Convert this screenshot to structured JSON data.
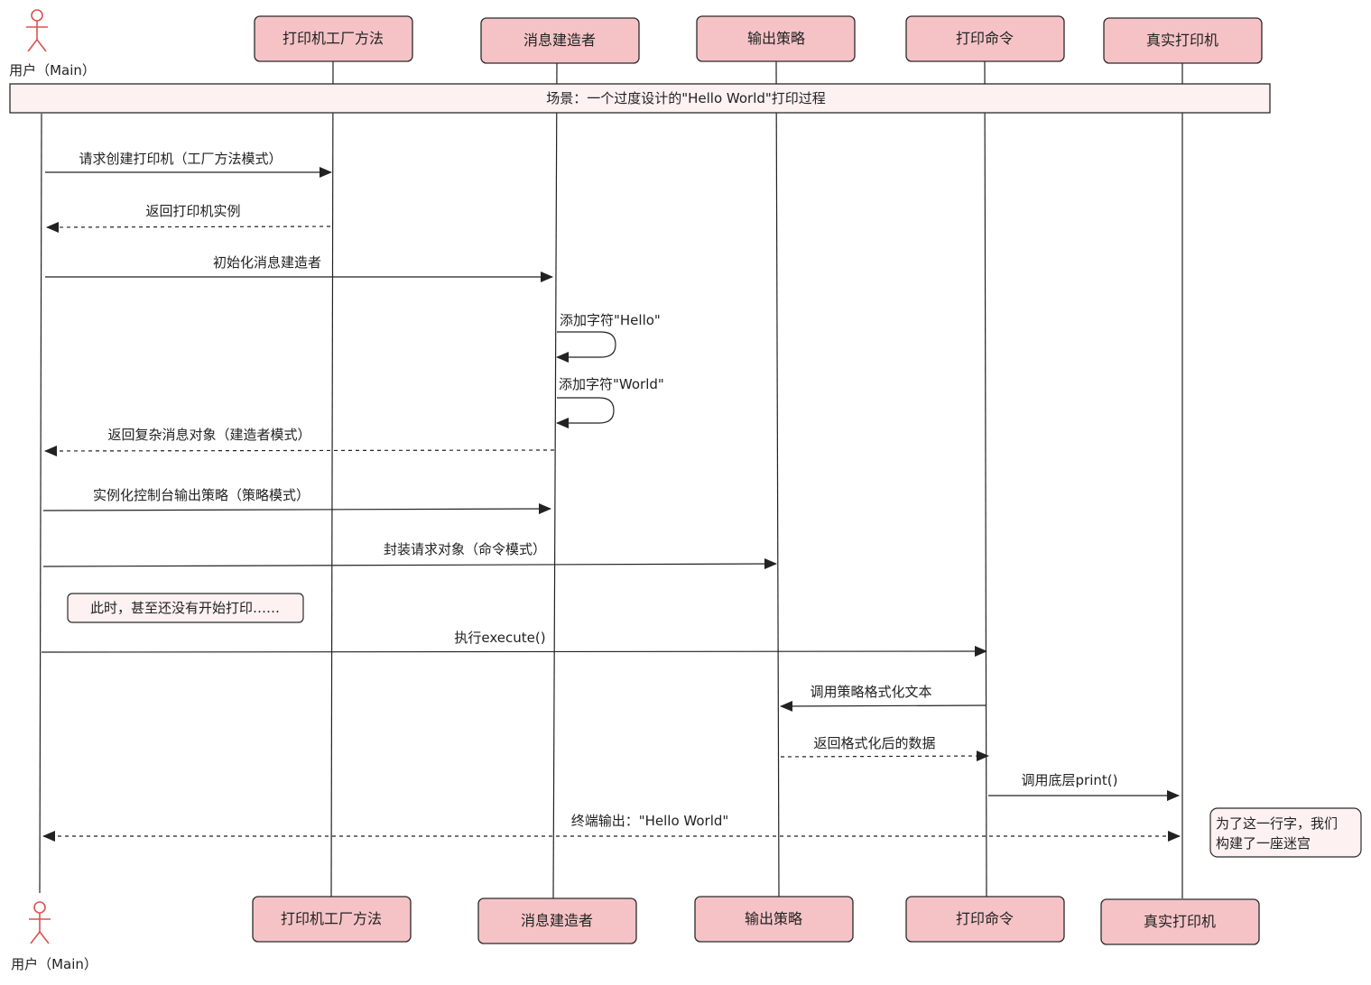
{
  "title": "场景：一个过度设计的\"Hello World\"打印过程",
  "actor": {
    "label": "用户（Main）"
  },
  "participants": [
    {
      "id": "factory",
      "label": "打印机工厂方法"
    },
    {
      "id": "builder",
      "label": "消息建造者"
    },
    {
      "id": "strategy",
      "label": "输出策略"
    },
    {
      "id": "command",
      "label": "打印命令"
    },
    {
      "id": "printer",
      "label": "真实打印机"
    }
  ],
  "messages": [
    {
      "from": "user",
      "to": "factory",
      "label": "请求创建打印机（工厂方法模式）",
      "style": "solid"
    },
    {
      "from": "factory",
      "to": "user",
      "label": "返回打印机实例",
      "style": "dashed"
    },
    {
      "from": "user",
      "to": "builder",
      "label": "初始化消息建造者",
      "style": "solid"
    },
    {
      "from": "builder",
      "to": "builder",
      "label": "添加字符\"Hello\"",
      "style": "self"
    },
    {
      "from": "builder",
      "to": "builder",
      "label": "添加字符\"World\"",
      "style": "self"
    },
    {
      "from": "builder",
      "to": "user",
      "label": "返回复杂消息对象（建造者模式）",
      "style": "dashed"
    },
    {
      "from": "user",
      "to": "builder",
      "label": "实例化控制台输出策略（策略模式）",
      "style": "solid"
    },
    {
      "from": "user",
      "to": "strategy",
      "label": "封装请求对象（命令模式）",
      "style": "solid"
    },
    {
      "from": "user",
      "to": "command",
      "label": "执行execute()",
      "style": "solid"
    },
    {
      "from": "command",
      "to": "strategy",
      "label": "调用策略格式化文本",
      "style": "solid"
    },
    {
      "from": "strategy",
      "to": "command",
      "label": "返回格式化后的数据",
      "style": "dashed"
    },
    {
      "from": "command",
      "to": "printer",
      "label": "调用底层print()",
      "style": "solid"
    },
    {
      "from": "printer",
      "to": "user",
      "label": "终端输出：\"Hello World\"",
      "style": "dashed-both"
    }
  ],
  "notes": [
    {
      "text": "此时，甚至还没有开始打印……"
    },
    {
      "lines": [
        "为了这一行字，我们",
        "构建了一座迷宫"
      ]
    }
  ],
  "colors": {
    "participant_fill": "#f5c3c6",
    "note_fill": "#fdf1f1",
    "actor": "#d9534f",
    "line": "#222222"
  }
}
